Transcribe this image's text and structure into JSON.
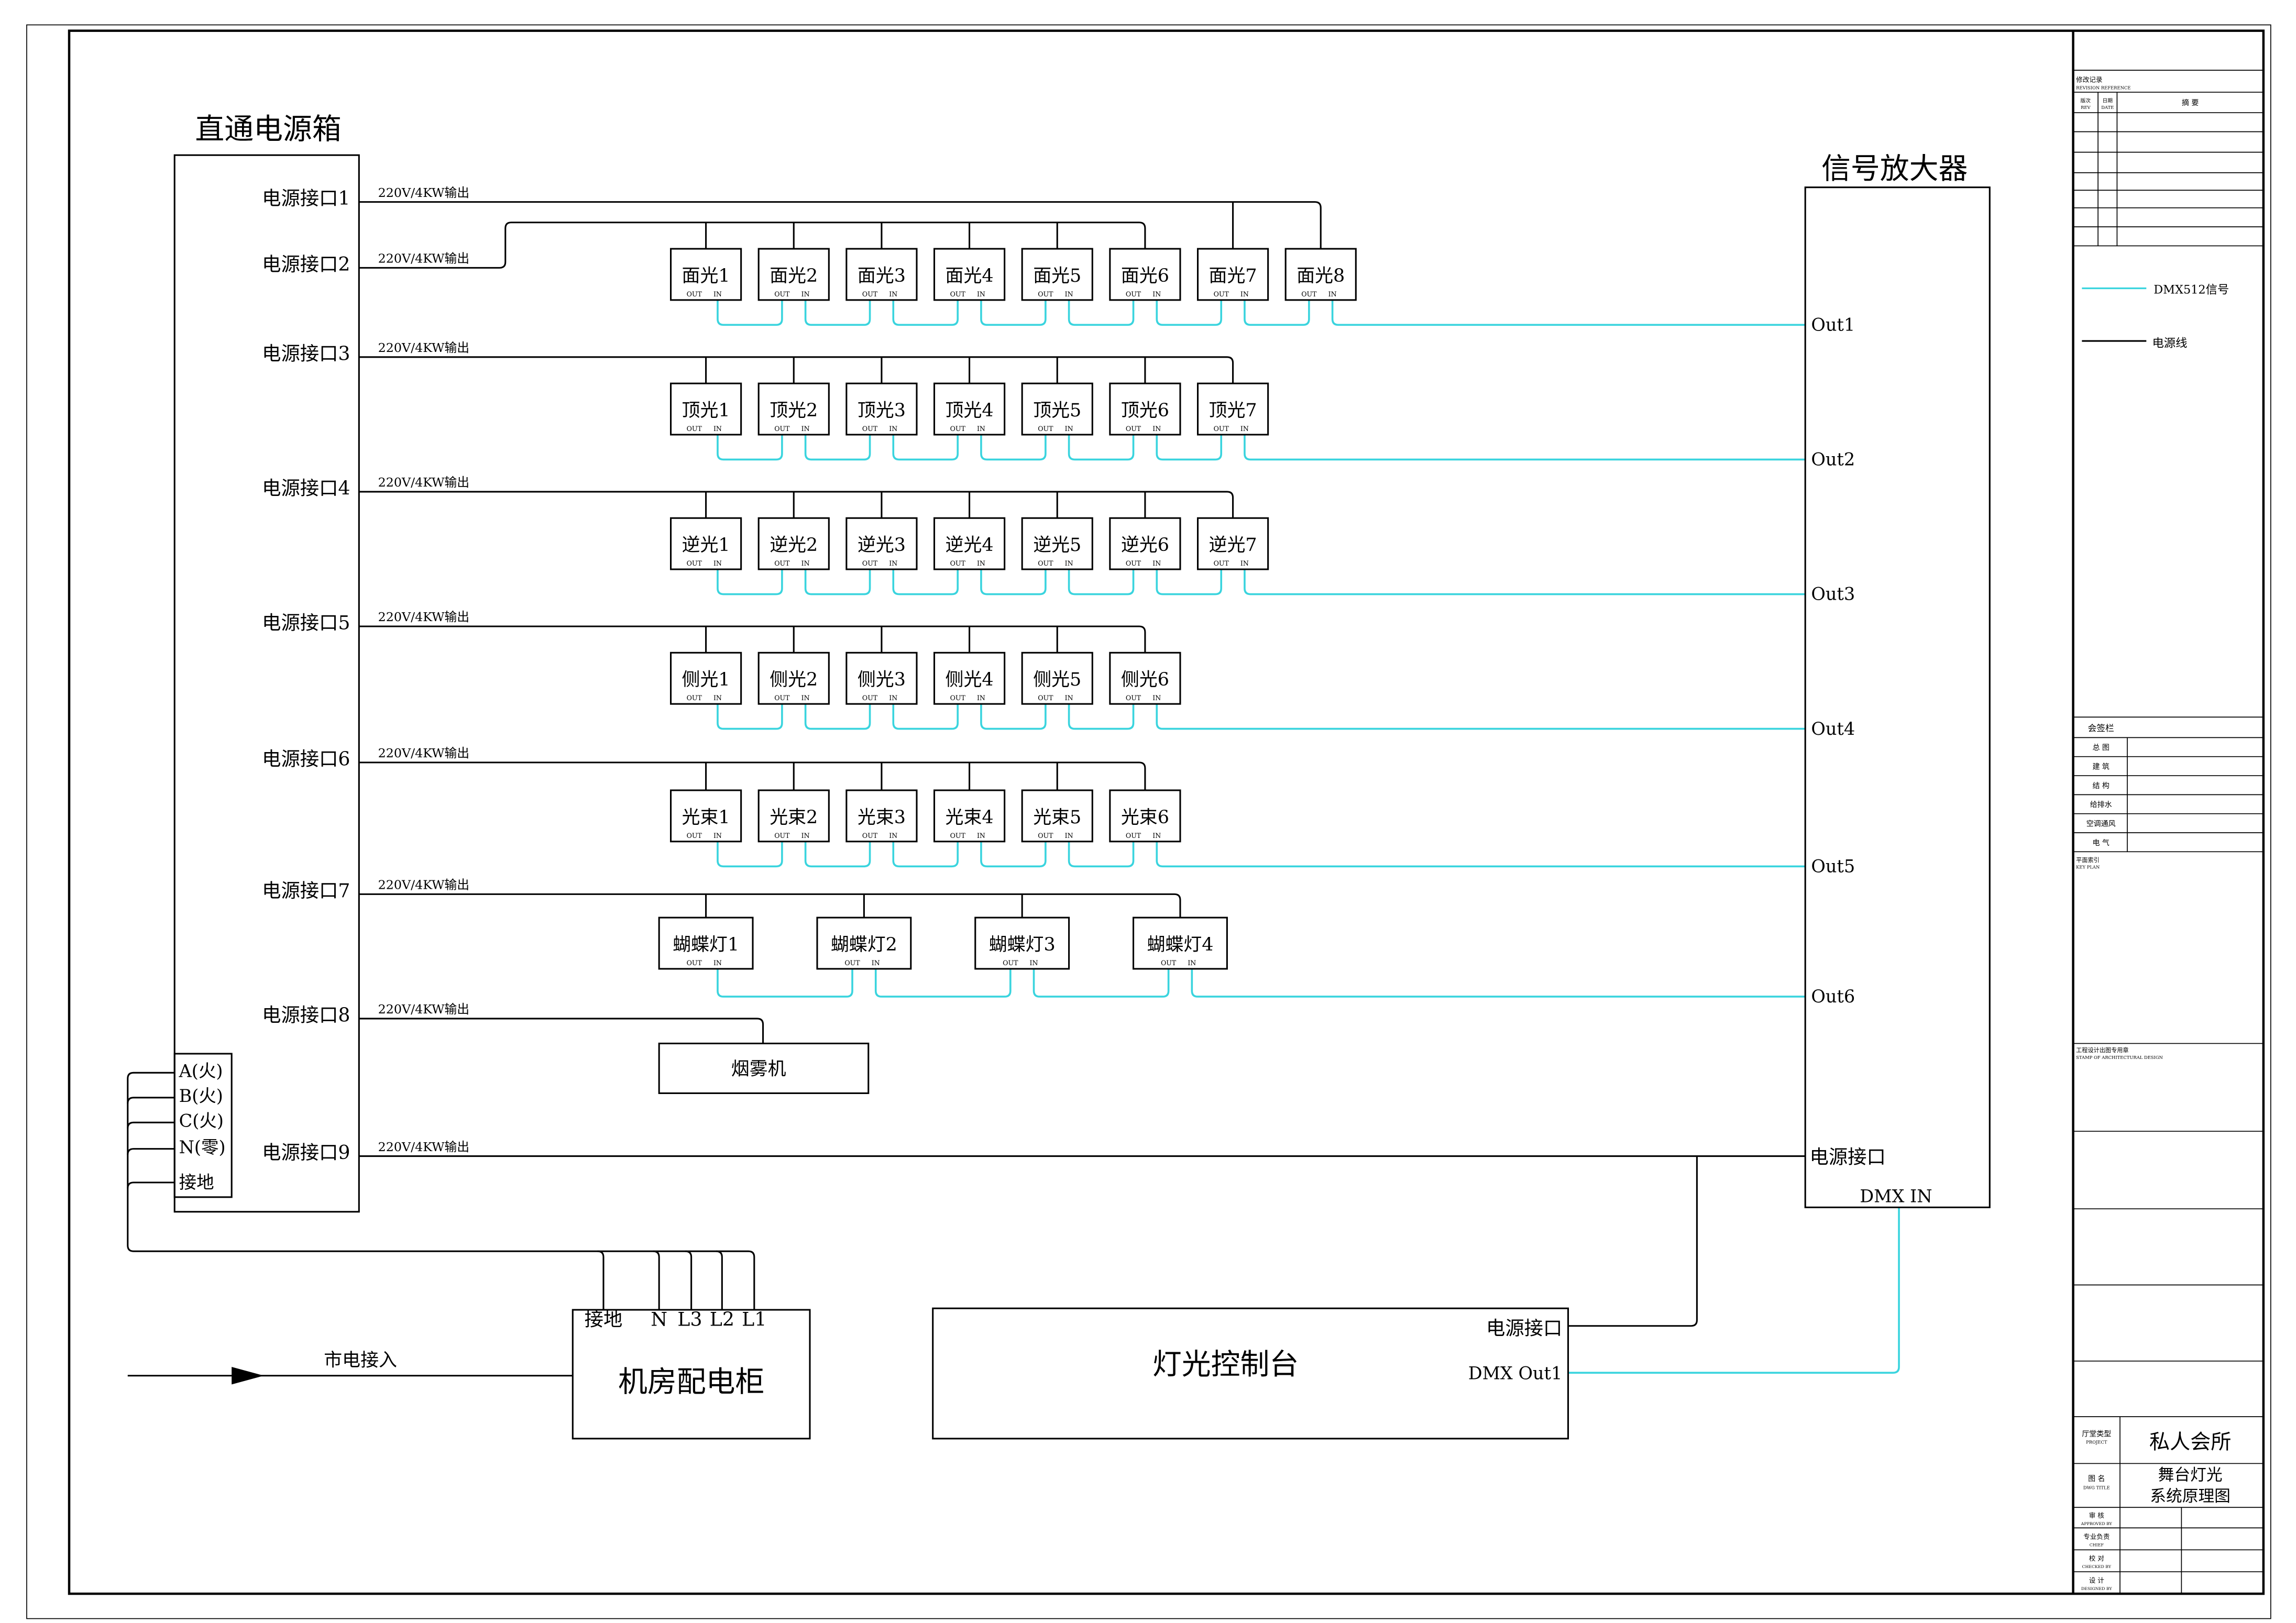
{
  "power_box": {
    "title": "直通电源箱",
    "ports": [
      "电源接口1",
      "电源接口2",
      "电源接口3",
      "电源接口4",
      "电源接口5",
      "电源接口6",
      "电源接口7",
      "电源接口8",
      "电源接口9"
    ],
    "output_label": "220V/4KW输出",
    "phase_terminals": [
      "A(火)",
      "B(火)",
      "C(火)",
      "N(零)",
      "接地"
    ]
  },
  "fixture_ports": {
    "out": "OUT",
    "in": "IN"
  },
  "fixture_groups": [
    {
      "labels": [
        "面光1",
        "面光2",
        "面光3",
        "面光4",
        "面光5",
        "面光6",
        "面光7",
        "面光8"
      ]
    },
    {
      "labels": [
        "顶光1",
        "顶光2",
        "顶光3",
        "顶光4",
        "顶光5",
        "顶光6",
        "顶光7"
      ]
    },
    {
      "labels": [
        "逆光1",
        "逆光2",
        "逆光3",
        "逆光4",
        "逆光5",
        "逆光6",
        "逆光7"
      ]
    },
    {
      "labels": [
        "侧光1",
        "侧光2",
        "侧光3",
        "侧光4",
        "侧光5",
        "侧光6"
      ]
    },
    {
      "labels": [
        "光束1",
        "光束2",
        "光束3",
        "光束4",
        "光束5",
        "光束6"
      ]
    },
    {
      "labels": [
        "蝴蝶灯1",
        "蝴蝶灯2",
        "蝴蝶灯3",
        "蝴蝶灯4"
      ]
    }
  ],
  "fog_machine": {
    "label": "烟雾机"
  },
  "amplifier": {
    "title": "信号放大器",
    "outputs": [
      "Out1",
      "Out2",
      "Out3",
      "Out4",
      "Out5",
      "Out6"
    ],
    "power_port": "电源接口",
    "dmx_in": "DMX IN"
  },
  "distribution_cabinet": {
    "title": "机房配电柜",
    "terminals": [
      "接地",
      "N",
      "L3",
      "L2",
      "L1"
    ]
  },
  "mains": {
    "label": "市电接入"
  },
  "console": {
    "title": "灯光控制台",
    "power_port": "电源接口",
    "dmx_out": "DMX Out1"
  },
  "legend": {
    "dmx_signal": "DMX512信号",
    "power_line": "电源线"
  },
  "title_block": {
    "revision": {
      "title": "修改记录",
      "title_en": "REVISION REFERENCE",
      "col_rev": "版次",
      "col_rev_en": "REV",
      "col_date": "日期",
      "col_date_en": "DATE",
      "col_summary": "摘 要"
    },
    "countersign": {
      "title": "会签栏",
      "rows": [
        "总 图",
        "建 筑",
        "结 构",
        "给排水",
        "空调通风",
        "电 气"
      ]
    },
    "key_plan": {
      "title": "平面索引",
      "title_en": "KEY PLAN"
    },
    "stamp": {
      "title": "工程设计出图专用章",
      "title_en": "STAMP OF ARCHITECTURAL DESIGN"
    },
    "project": {
      "label": "厅堂类型",
      "label_en": "PROJECT",
      "value": "私人会所"
    },
    "drawing_title": {
      "label": "图 名",
      "label_en": "DWG TITLE",
      "value_lines": [
        "舞台灯光",
        "系统原理图"
      ]
    },
    "signoffs": [
      {
        "label": "审 核",
        "label_en": "APPROVED BY"
      },
      {
        "label": "专业负责",
        "label_en": "CHIEF"
      },
      {
        "label": "校 对",
        "label_en": "CHECKED BY"
      },
      {
        "label": "设 计",
        "label_en": "DESIGNED BY"
      }
    ]
  },
  "colors": {
    "dmx_signal": "#3ad4de",
    "power_line": "#000000",
    "title_red": "#e2312a"
  }
}
